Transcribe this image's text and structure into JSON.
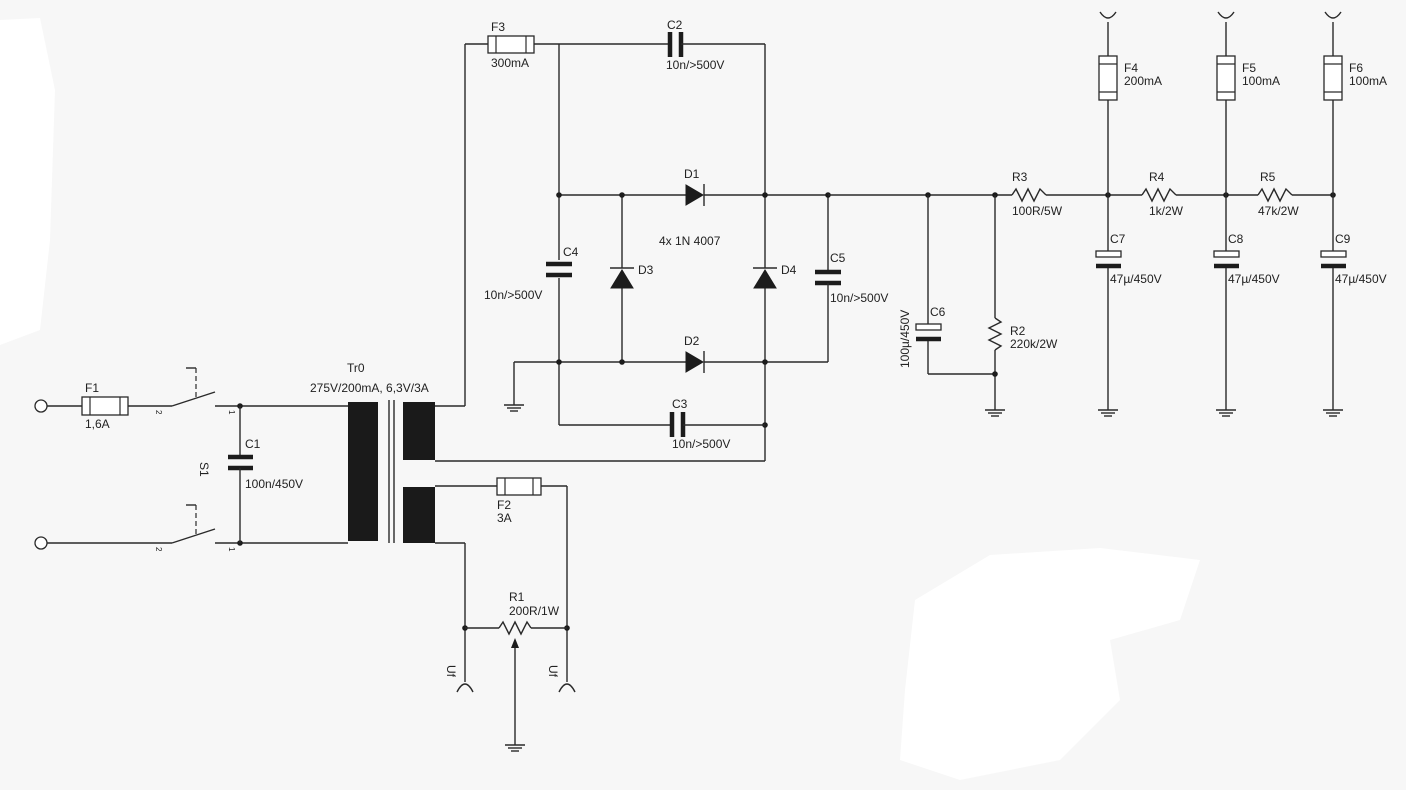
{
  "schematic": {
    "transformer": {
      "ref": "Tr0",
      "rating": "275V/200mA, 6,3V/3A"
    },
    "switch": {
      "ref": "S1",
      "pin_a": "1",
      "pin_b": "2"
    },
    "fuses": {
      "F1": {
        "ref": "F1",
        "value": "1,6A"
      },
      "F2": {
        "ref": "F2",
        "value": "3A"
      },
      "F3": {
        "ref": "F3",
        "value": "300mA"
      },
      "F4": {
        "ref": "F4",
        "value": "200mA"
      },
      "F5": {
        "ref": "F5",
        "value": "100mA"
      },
      "F6": {
        "ref": "F6",
        "value": "100mA"
      }
    },
    "capacitors": {
      "C1": {
        "ref": "C1",
        "value": "100n/450V"
      },
      "C2": {
        "ref": "C2",
        "value": "10n/>500V"
      },
      "C3": {
        "ref": "C3",
        "value": "10n/>500V"
      },
      "C4": {
        "ref": "C4",
        "value": "10n/>500V"
      },
      "C5": {
        "ref": "C5",
        "value": "10n/>500V"
      },
      "C6": {
        "ref": "C6",
        "value": "100µ/450V"
      },
      "C7": {
        "ref": "C7",
        "value": "47µ/450V"
      },
      "C8": {
        "ref": "C8",
        "value": "47µ/450V"
      },
      "C9": {
        "ref": "C9",
        "value": "47µ/450V"
      }
    },
    "diodes": {
      "D1": {
        "ref": "D1"
      },
      "D2": {
        "ref": "D2"
      },
      "D3": {
        "ref": "D3"
      },
      "D4": {
        "ref": "D4"
      },
      "note": "4x 1N 4007"
    },
    "resistors": {
      "R1": {
        "ref": "R1",
        "value": "200R/1W"
      },
      "R2": {
        "ref": "R2",
        "value": "220k/2W"
      },
      "R3": {
        "ref": "R3",
        "value": "100R/5W"
      },
      "R4": {
        "ref": "R4",
        "value": "1k/2W"
      },
      "R5": {
        "ref": "R5",
        "value": "47k/2W"
      }
    },
    "heater": {
      "label": "Uf"
    }
  }
}
